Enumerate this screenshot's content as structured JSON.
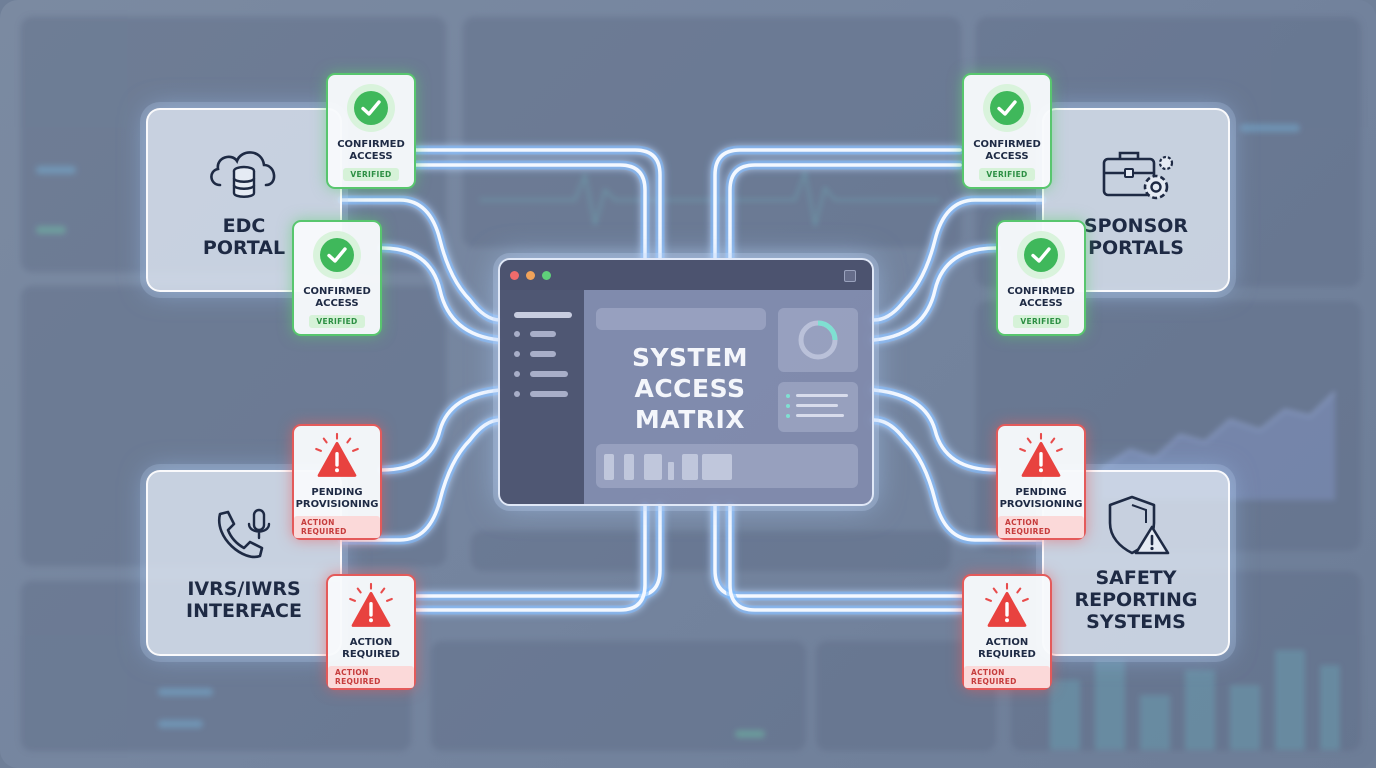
{
  "diagram": {
    "center": {
      "title": "SYSTEM\nACCESS\nMATRIX"
    },
    "systems": [
      {
        "id": "edc",
        "title": "EDC\nPORTAL",
        "icon": "cloud-database-icon"
      },
      {
        "id": "sponsor",
        "title": "SPONSOR\nPORTALS",
        "icon": "briefcase-gear-icon"
      },
      {
        "id": "ivrs",
        "title": "IVRS/IWRS\nINTERFACE",
        "icon": "phone-microphone-icon"
      },
      {
        "id": "safety",
        "title": "SAFETY\nREPORTING\nSYSTEMS",
        "icon": "shield-warning-icon"
      }
    ],
    "badges": [
      {
        "system": "edc",
        "status": "confirmed",
        "label": "CONFIRMED\nACCESS",
        "tag": "VERIFIED",
        "icon": "check-circle-icon"
      },
      {
        "system": "edc",
        "status": "confirmed",
        "label": "CONFIRMED\nACCESS",
        "tag": "VERIFIED",
        "icon": "check-circle-icon"
      },
      {
        "system": "sponsor",
        "status": "confirmed",
        "label": "CONFIRMED\nACCESS",
        "tag": "VERIFIED",
        "icon": "check-circle-icon"
      },
      {
        "system": "sponsor",
        "status": "confirmed",
        "label": "CONFIRMED\nACCESS",
        "tag": "VERIFIED",
        "icon": "check-circle-icon"
      },
      {
        "system": "ivrs",
        "status": "pending",
        "label": "PENDING\nPROVISIONING",
        "tag": "ACTION REQUIRED",
        "icon": "warning-triangle-icon"
      },
      {
        "system": "ivrs",
        "status": "pending",
        "label": "ACTION\nREQUIRED",
        "tag": "ACTION REQUIRED",
        "icon": "warning-triangle-icon"
      },
      {
        "system": "safety",
        "status": "pending",
        "label": "PENDING\nPROVISIONING",
        "tag": "ACTION REQUIRED",
        "icon": "warning-triangle-icon"
      },
      {
        "system": "safety",
        "status": "pending",
        "label": "ACTION\nREQUIRED",
        "tag": "ACTION REQUIRED",
        "icon": "warning-triangle-icon"
      }
    ]
  },
  "colors": {
    "confirmed": "#58c66e",
    "pending": "#e45a5a",
    "wire_glow": "#6fb6ff",
    "text_dark": "#1e2a44"
  }
}
